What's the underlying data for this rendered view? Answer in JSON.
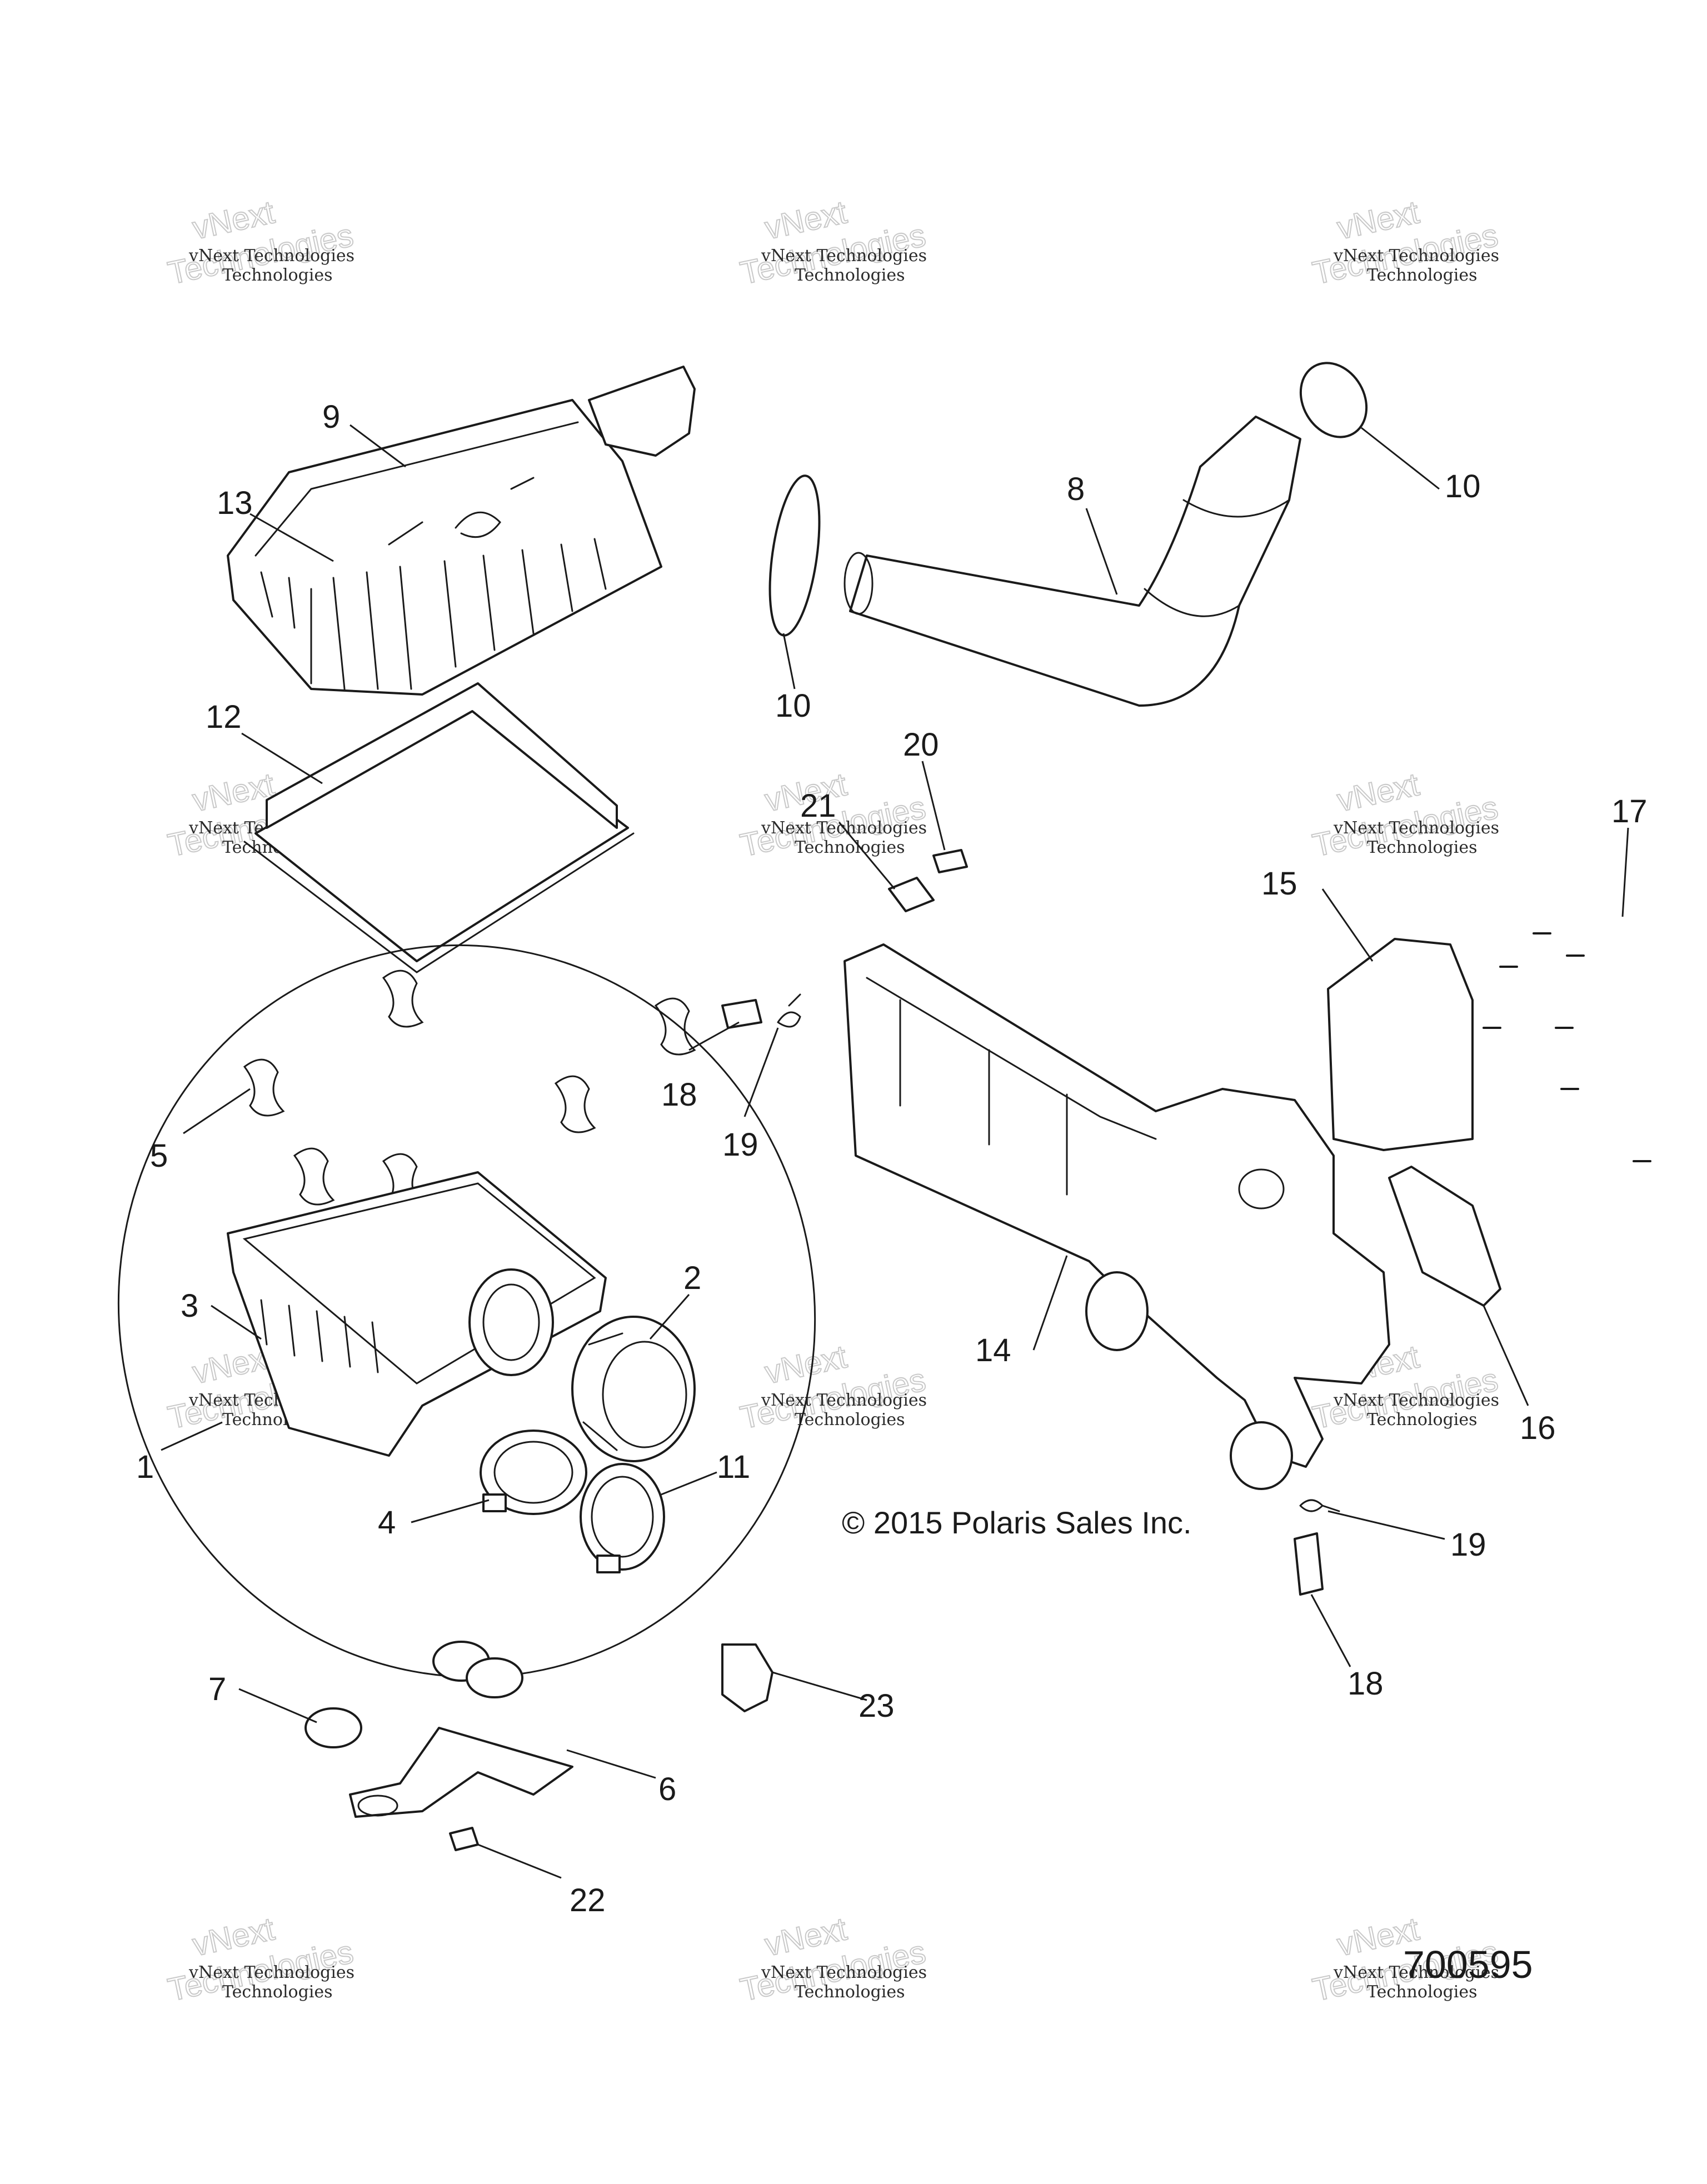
{
  "diagram": {
    "callouts": {
      "c1": "1",
      "c2": "2",
      "c3": "3",
      "c4": "4",
      "c5": "5",
      "c6": "6",
      "c7": "7",
      "c8": "8",
      "c9": "9",
      "c10a": "10",
      "c10b": "10",
      "c11": "11",
      "c12": "12",
      "c13": "13",
      "c14": "14",
      "c15": "15",
      "c16": "16",
      "c17": "17",
      "c18a": "18",
      "c18b": "18",
      "c19a": "19",
      "c19b": "19",
      "c20": "20",
      "c21": "21",
      "c22": "22",
      "c23": "23"
    },
    "copyright": "© 2015 Polaris Sales Inc.",
    "drawing_number": "700595"
  },
  "watermark": {
    "line_small": "vNext Technologies",
    "line_big_1": "vNext",
    "line_big_2": "Technologies"
  }
}
